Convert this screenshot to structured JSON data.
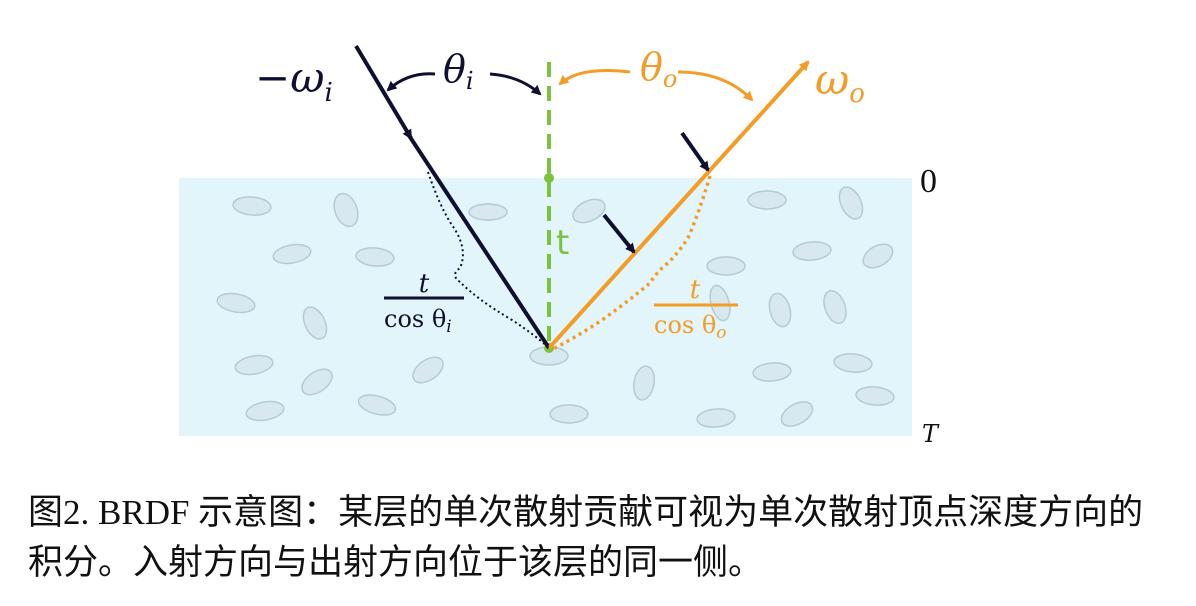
{
  "labels": {
    "neg_omega_i": "−ω",
    "omega_i_sub": "i",
    "theta_i": "θ",
    "theta_i_sub": "i",
    "theta_o": "θ",
    "theta_o_sub": "o",
    "omega_o": "ω",
    "omega_o_sub": "o",
    "depth_top": "0",
    "depth_bottom": "T",
    "t_label": "t",
    "frac_i_num": "t",
    "frac_i_den": "cos θ",
    "frac_i_den_sub": "i",
    "frac_o_num": "t",
    "frac_o_den": "cos θ",
    "frac_o_den_sub": "o"
  },
  "caption": "图2. BRDF 示意图：某层的单次散射贡献可视为单次散射顶点深度方向的积分。入射方向与出射方向位于该层的同一侧。",
  "colors": {
    "layer_fill": "#e2f5fa",
    "particle_fill": "#d8e8ef",
    "particle_stroke": "#b3cbd6",
    "incident": "#0f1030",
    "outgoing": "#f39c26",
    "normal": "#7cc33d"
  }
}
